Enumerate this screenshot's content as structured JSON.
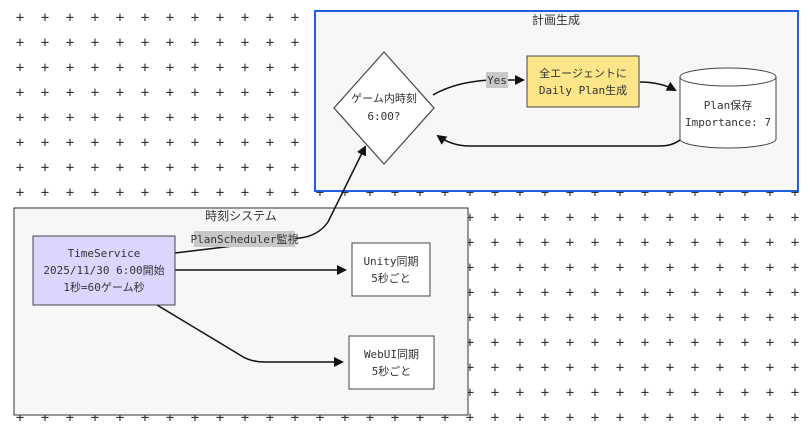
{
  "colors": {
    "grid_plus": "#cfe9e3",
    "cluster_fill": "#f7f7fa",
    "cluster_stroke": "#333333",
    "cluster_highlight_stroke": "#1f5fe0",
    "timeservice_fill": "#dcd6ff",
    "plan_fill": "#fde68a",
    "edge": "#111111",
    "edge_label_bg": "#c8c8c8"
  },
  "clusters": {
    "plan_generation": {
      "title": "計画生成"
    },
    "time_system": {
      "title": "時刻システム"
    }
  },
  "nodes": {
    "timeservice": {
      "lines": [
        "TimeService",
        "2025/11/30 6:00開始",
        "1秒=60ゲーム秒"
      ]
    },
    "unity_sync": {
      "lines": [
        "Unity同期",
        "5秒ごと"
      ]
    },
    "webui_sync": {
      "lines": [
        "WebUI同期",
        "5秒ごと"
      ]
    },
    "decision": {
      "lines": [
        "ゲーム内時刻",
        "6:00?"
      ]
    },
    "plan_generate": {
      "lines": [
        "全エージェントに",
        "Daily Plan生成"
      ]
    },
    "plan_store": {
      "lines": [
        "Plan保存",
        "Importance: 7"
      ]
    }
  },
  "edges": {
    "scheduler_watch": {
      "label": "PlanScheduler監視"
    },
    "yes": {
      "label": "Yes"
    }
  }
}
